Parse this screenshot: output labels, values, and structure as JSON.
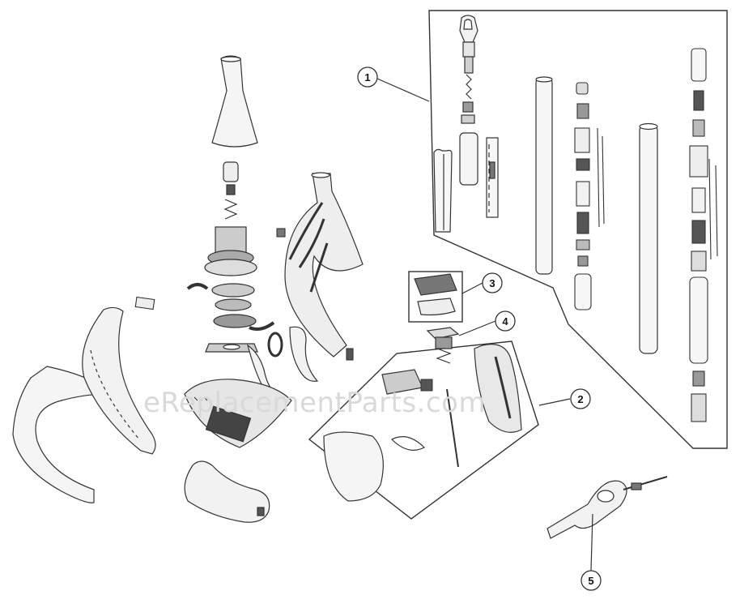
{
  "watermark": "eReplacementParts.com",
  "callouts": [
    {
      "id": "1",
      "label": "1"
    },
    {
      "id": "2",
      "label": "2"
    },
    {
      "id": "3",
      "label": "3"
    },
    {
      "id": "4",
      "label": "4"
    },
    {
      "id": "5",
      "label": "5"
    }
  ],
  "colors": {
    "line": "#333333",
    "fill_light": "#f2f2f2",
    "fill_mid": "#cfcfcf",
    "fill_dark": "#555555",
    "watermark": "#d9d9d9"
  }
}
